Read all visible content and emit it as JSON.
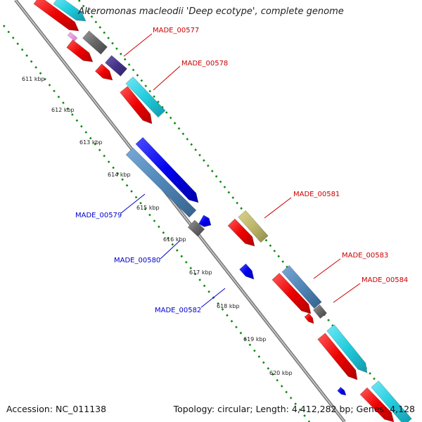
{
  "title": "Alteromonas macleodii 'Deep ecotype', complete genome",
  "footer": {
    "accession": "Accession: NC_011138",
    "topology": "Topology: circular; Length: 4,412,282 bp; Genes: 4,128"
  },
  "ticks": [
    "611 kbp",
    "612 kbp",
    "613 kbp",
    "614 kbp",
    "615 kbp",
    "616 kbp",
    "617 kbp",
    "618 kbp",
    "619 kbp",
    "620 kbp"
  ],
  "gene_labels": [
    {
      "name": "MADE_00577",
      "color": "#cc0000"
    },
    {
      "name": "MADE_00578",
      "color": "#cc0000"
    },
    {
      "name": "MADE_00579",
      "color": "#0000cc"
    },
    {
      "name": "MADE_00580",
      "color": "#0000cc"
    },
    {
      "name": "MADE_00581",
      "color": "#cc0000"
    },
    {
      "name": "MADE_00582",
      "color": "#0000cc"
    },
    {
      "name": "MADE_00583",
      "color": "#cc0000"
    },
    {
      "name": "MADE_00584",
      "color": "#cc0000"
    }
  ],
  "colors": {
    "cds": "#ee0000",
    "blast_blue": "#0000ee",
    "steelblue": "#4f86b8",
    "cyan": "#22ccdd",
    "gray": "#666666",
    "slateblue": "#443388",
    "khaki": "#bdb76b",
    "gc_skew": "#118811",
    "backbone": "#808080"
  }
}
